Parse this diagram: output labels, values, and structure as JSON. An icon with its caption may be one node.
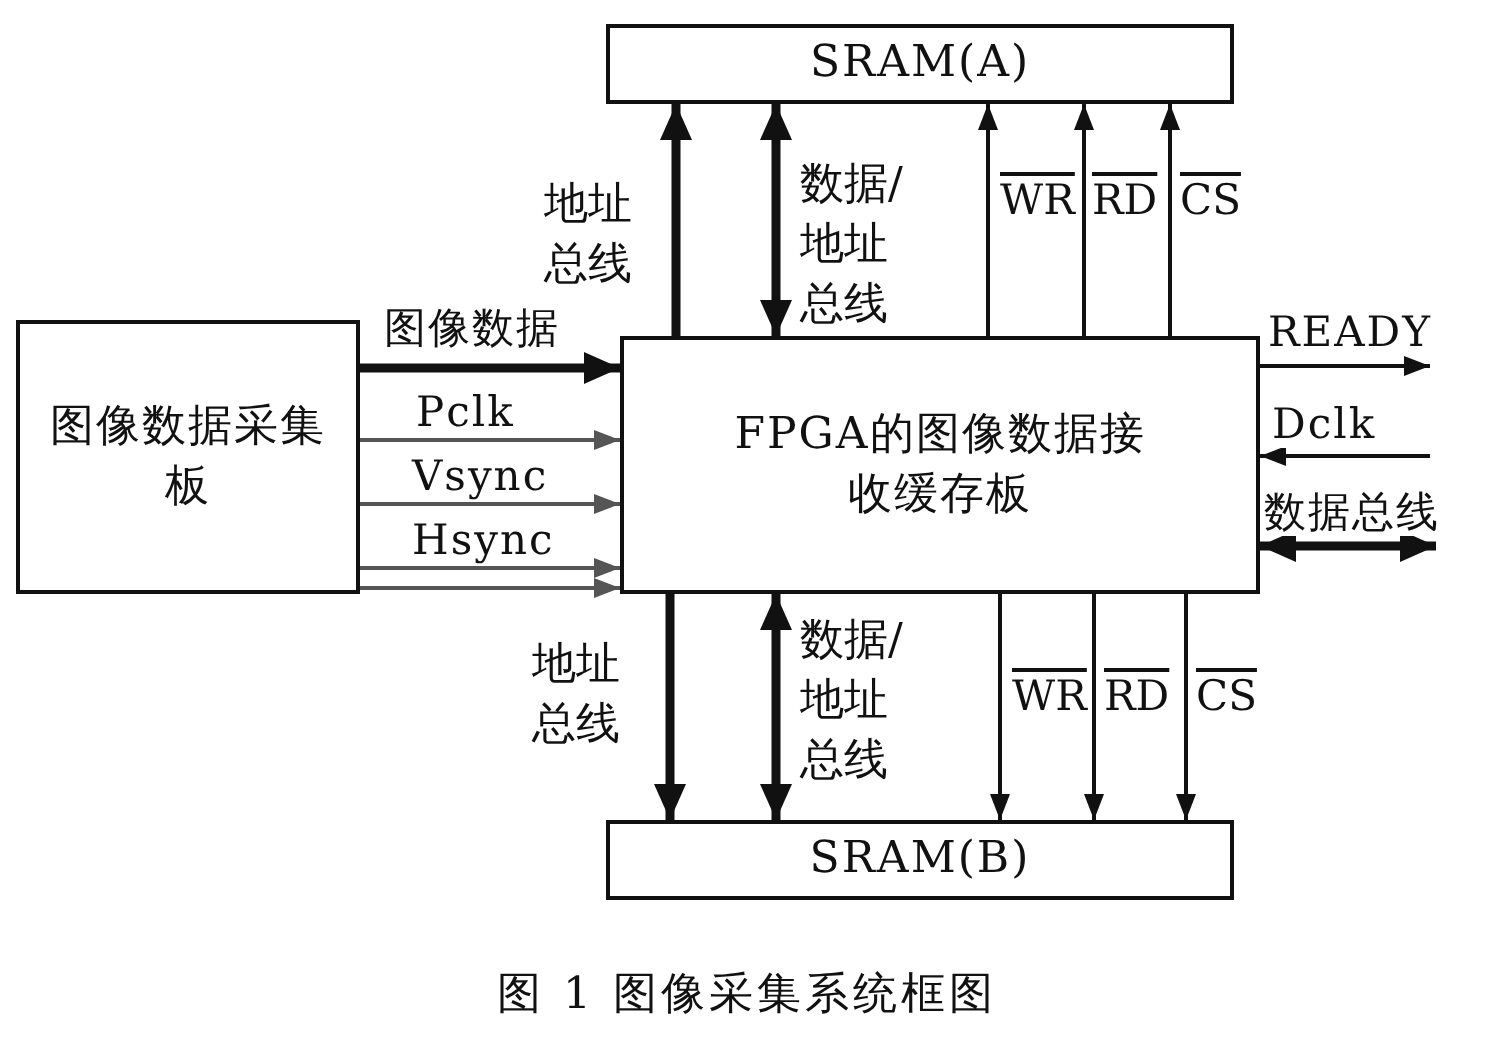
{
  "diagram": {
    "caption": "图 1 图像采集系统框图",
    "nodes": [
      {
        "text": [
          "SRAM(A)"
        ]
      },
      {
        "text": [
          "图像数据采集板"
        ]
      },
      {
        "text": [
          "FPGA的图像数据接收缓存板"
        ]
      },
      {
        "text": [
          "SRAM(B)"
        ]
      }
    ],
    "edges": [
      {
        "from": 2,
        "to": 0,
        "arrow": "to",
        "style": "thick",
        "label": "地址总线"
      },
      {
        "from": 2,
        "to": 0,
        "arrow": "both",
        "style": "thick",
        "label": "数据/地址总线"
      },
      {
        "from": 2,
        "to": 0,
        "arrow": "to",
        "label": "WR"
      },
      {
        "from": 2,
        "to": 0,
        "arrow": "to",
        "label": "RD"
      },
      {
        "from": 2,
        "to": 0,
        "arrow": "to",
        "label": "CS"
      },
      {
        "from": 1,
        "to": 2,
        "arrow": "to",
        "style": "thick",
        "label": "图像数据"
      },
      {
        "from": 1,
        "to": 2,
        "arrow": "to",
        "color": "#555555",
        "label": "Pclk"
      },
      {
        "from": 1,
        "to": 2,
        "arrow": "to",
        "color": "#555555",
        "label": "Vsync"
      },
      {
        "from": 1,
        "to": 2,
        "arrow": "to",
        "color": "#555555",
        "label": "Hsync"
      },
      {
        "from": 1,
        "to": 2,
        "arrow": "to",
        "color": "#555555"
      },
      {
        "from": 2,
        "to": null,
        "arrow": "to",
        "label": "READY"
      },
      {
        "from": null,
        "to": 2,
        "arrow": "to",
        "label": "Dclk"
      },
      {
        "from": 2,
        "to": null,
        "arrow": "both",
        "style": "thick",
        "label": "数据总线"
      },
      {
        "from": 2,
        "to": 3,
        "arrow": "to",
        "style": "thick",
        "label": "地址总线"
      },
      {
        "from": 2,
        "to": 3,
        "arrow": "both",
        "style": "thick",
        "label": "数据/地址总线"
      },
      {
        "from": 2,
        "to": 3,
        "arrow": "to",
        "label": "WR"
      },
      {
        "from": 2,
        "to": 3,
        "arrow": "to",
        "label": "RD"
      },
      {
        "from": 2,
        "to": 3,
        "arrow": "to",
        "label": "CS"
      }
    ]
  }
}
